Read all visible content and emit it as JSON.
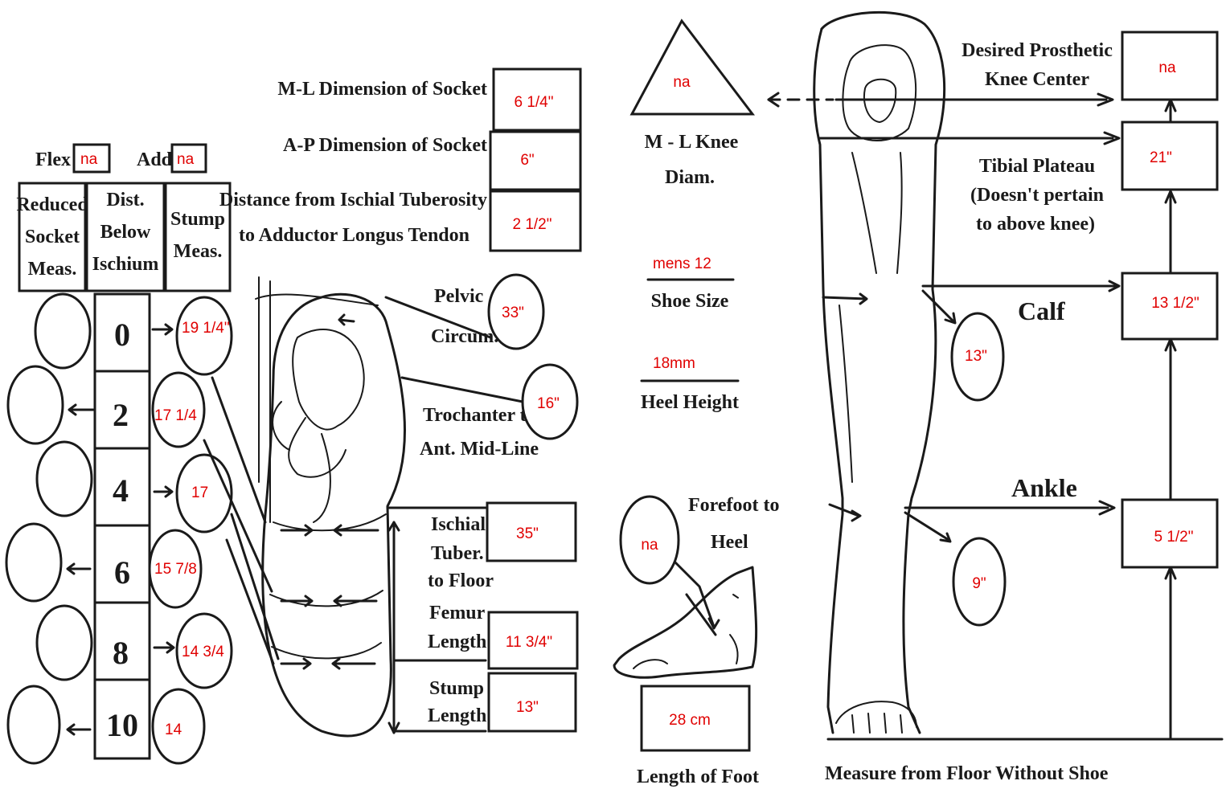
{
  "thigh": {
    "flex_label": "Flex",
    "flex_value": "na",
    "add_label": "Add",
    "add_value": "na",
    "headers": {
      "reduced": [
        "Reduced",
        "Socket",
        "Meas."
      ],
      "dist": [
        "Dist.",
        "Below",
        "Ischium"
      ],
      "stump": [
        "Stump",
        "Meas."
      ]
    },
    "rows": [
      {
        "dist": "0",
        "stump": "19 1/4\""
      },
      {
        "dist": "2",
        "stump": "17 1/4"
      },
      {
        "dist": "4",
        "stump": "17"
      },
      {
        "dist": "6",
        "stump": "15 7/8"
      },
      {
        "dist": "8",
        "stump": "14 3/4"
      },
      {
        "dist": "10",
        "stump": "14"
      }
    ]
  },
  "socket": {
    "ml_label": "M-L Dimension of Socket",
    "ml_value": "6 1/4\"",
    "ap_label": "A-P Dimension of Socket",
    "ap_value": "6\"",
    "ischial_label": [
      "Distance from Ischial Tuberosity",
      "to Adductor Longus Tendon"
    ],
    "ischial_value": "2 1/2\"",
    "pelvic_label": [
      "Pelvic",
      "Circum."
    ],
    "pelvic_value": "33\"",
    "trochanter_label": [
      "Trochanter to",
      "Ant. Mid-Line"
    ],
    "trochanter_value": "16\"",
    "floor_label": [
      "Ischial",
      "Tuber.",
      "to Floor"
    ],
    "floor_value": "35\"",
    "femur_label": [
      "Femur",
      "Length"
    ],
    "femur_value": "11 3/4\"",
    "stump_label": [
      "Stump",
      "Length"
    ],
    "stump_value": "13\""
  },
  "middle": {
    "knee_value": "na",
    "knee_label": [
      "M - L Knee",
      "Diam."
    ],
    "shoe_value": "mens 12",
    "shoe_label": "Shoe Size",
    "heel_value": "18mm",
    "heel_label": "Heel Height",
    "forefoot_label": [
      "Forefoot to",
      "Heel"
    ],
    "forefoot_value": "na",
    "foot_length_value": "28 cm",
    "foot_length_label": "Length of Foot"
  },
  "leg": {
    "knee_center_label": [
      "Desired Prosthetic",
      "Knee Center"
    ],
    "knee_center_value": "na",
    "tibial_label": [
      "Tibial Plateau",
      "(Doesn't pertain",
      "to above knee)"
    ],
    "tibial_value": "21\"",
    "calf_label": "Calf",
    "calf_height_value": "13 1/2\"",
    "calf_circ_value": "13\"",
    "ankle_label": "Ankle",
    "ankle_height_value": "5 1/2\"",
    "ankle_circ_value": "9\"",
    "floor_note": "Measure from Floor Without Shoe"
  }
}
